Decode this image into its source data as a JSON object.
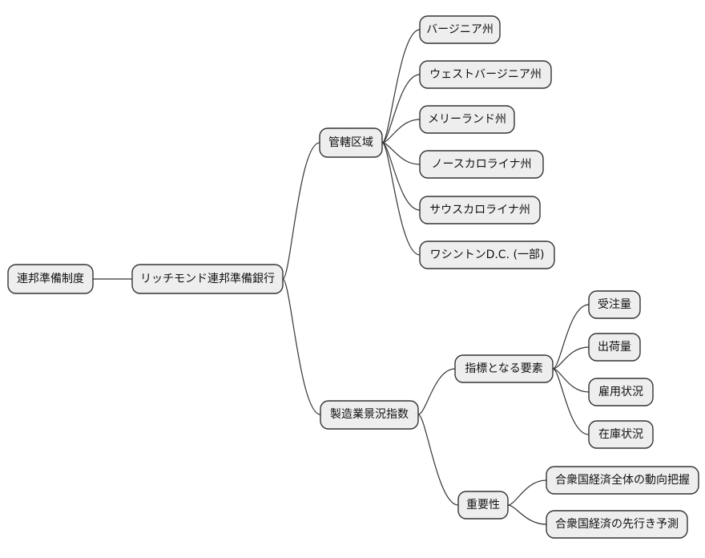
{
  "mindmap": {
    "label": "連邦準備制度",
    "children": [
      {
        "label": "リッチモンド連邦準備銀行",
        "children": [
          {
            "label": "管轄区域",
            "children": [
              {
                "label": "バージニア州"
              },
              {
                "label": "ウェストバージニア州"
              },
              {
                "label": "メリーランド州"
              },
              {
                "label": "ノースカロライナ州"
              },
              {
                "label": "サウスカロライナ州"
              },
              {
                "label": "ワシントンD.C. (一部)"
              }
            ]
          },
          {
            "label": "製造業景況指数",
            "children": [
              {
                "label": "指標となる要素",
                "children": [
                  {
                    "label": "受注量"
                  },
                  {
                    "label": "出荷量"
                  },
                  {
                    "label": "雇用状況"
                  },
                  {
                    "label": "在庫状況"
                  }
                ]
              },
              {
                "label": "重要性",
                "children": [
                  {
                    "label": "合衆国経済全体の動向把握"
                  },
                  {
                    "label": "合衆国経済の先行き予測"
                  }
                ]
              }
            ]
          }
        ]
      }
    ]
  },
  "colors": {
    "background": "#ffffff",
    "node_fill": "#eeeeee",
    "node_border": "#333333",
    "link_stroke": "#333333",
    "text": "#111111"
  }
}
